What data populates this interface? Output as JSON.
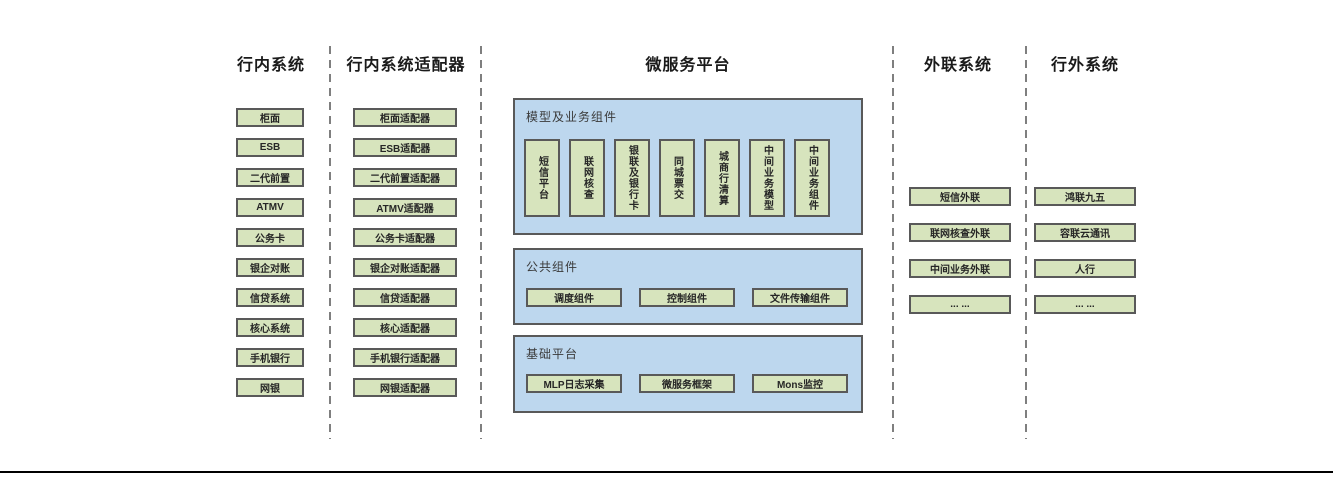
{
  "diagram": {
    "columns": {
      "internal": {
        "title": "行内系统",
        "items": [
          "柜面",
          "ESB",
          "二代前置",
          "ATMV",
          "公务卡",
          "银企对账",
          "信贷系统",
          "核心系统",
          "手机银行",
          "网银"
        ]
      },
      "adapters": {
        "title": "行内系统适配器",
        "items": [
          "柜面适配器",
          "ESB适配器",
          "二代前置适配器",
          "ATMV适配器",
          "公务卡适配器",
          "银企对账适配器",
          "信贷适配器",
          "核心适配器",
          "手机银行适配器",
          "网银适配器"
        ]
      },
      "platform": {
        "title": "微服务平台",
        "model_group": {
          "label": "模型及业务组件",
          "items": [
            "短信平台",
            "联网核查",
            "银联及银行卡",
            "同城票交",
            "城商行清算",
            "中间业务模型",
            "中间业务组件"
          ]
        },
        "common_group": {
          "label": "公共组件",
          "items": [
            "调度组件",
            "控制组件",
            "文件传输组件"
          ]
        },
        "base_group": {
          "label": "基础平台",
          "items": [
            "MLP日志采集",
            "微服务框架",
            "Mons监控"
          ]
        }
      },
      "outreach": {
        "title": "外联系统",
        "items": [
          "短信外联",
          "联网核查外联",
          "中间业务外联",
          "... ..."
        ]
      },
      "external": {
        "title": "行外系统",
        "items": [
          "鸿联九五",
          "容联云通讯",
          "人行",
          "... ..."
        ]
      }
    },
    "colors": {
      "node_fill": "#d7e4bd",
      "node_border": "#595959",
      "container_fill": "#bdd7ee",
      "container_border": "#595959",
      "divider": "#7f7f7f",
      "rule": "#000000"
    }
  }
}
